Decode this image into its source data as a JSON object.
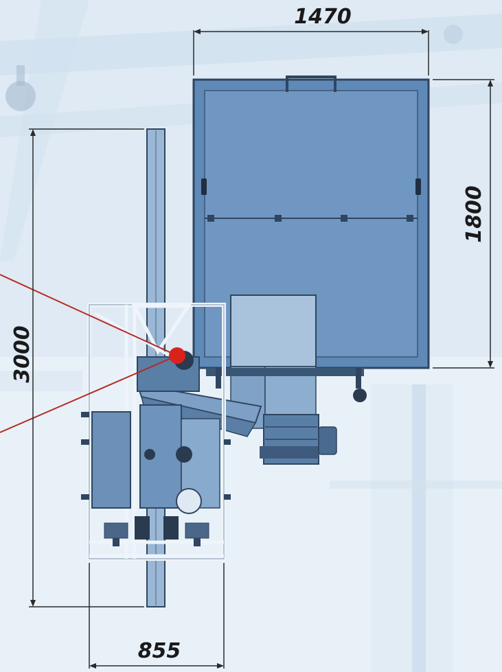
{
  "dimensions": {
    "top_width": "1470",
    "right_height": "1800",
    "left_height": "3000",
    "bottom_width": "855"
  },
  "colors": {
    "background": "#e9f1f8",
    "machine_fill": "#5f89b6",
    "machine_dark": "#2f4560",
    "frame_light": "#eef4fa",
    "dimension_line": "#2a2a2a",
    "pointer_line": "#b52a22",
    "pointer_dot": "#d9231a"
  }
}
